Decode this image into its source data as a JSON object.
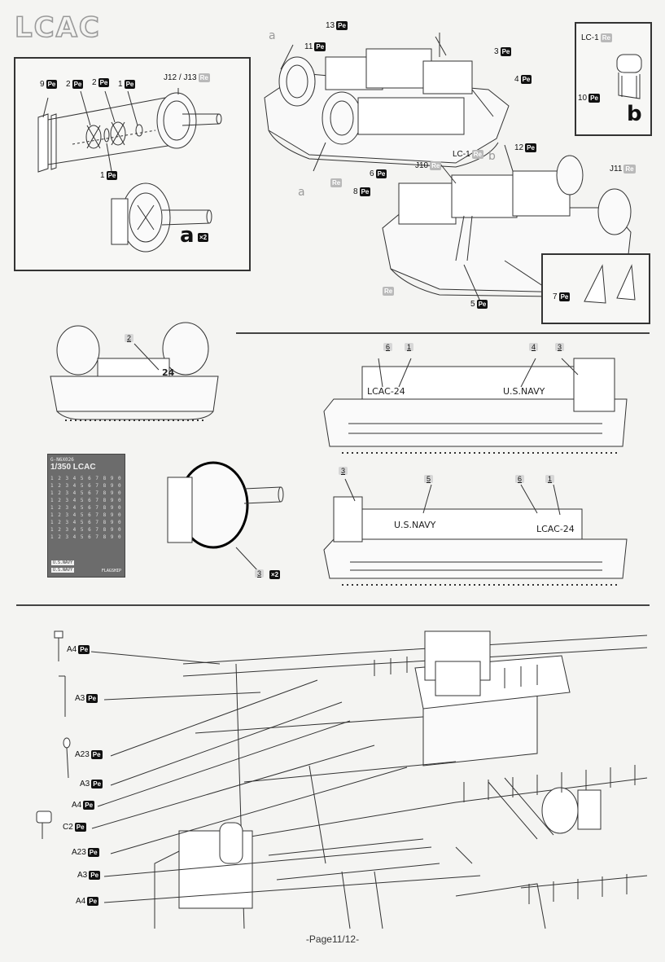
{
  "page_title": "LCAC",
  "footer": "-Page11/12-",
  "colors": {
    "pe_badge": "#111111",
    "re_badge": "#b9b9b9",
    "callout": "#d7d7d7"
  },
  "step_a": {
    "labels": {
      "p9": "9",
      "p2a": "2",
      "p2b": "2",
      "p1a": "1",
      "j": "J12 / J13",
      "p1b": "1"
    },
    "letter": "a",
    "multiplier": "×2"
  },
  "step_b": {
    "lc1": "LC-1",
    "p10": "10",
    "letter": "b"
  },
  "main_assembly": {
    "a_top": "a",
    "a_bottom": "a",
    "b_mark": "b",
    "p13": "13",
    "p11": "11",
    "p3": "3",
    "p4": "4",
    "lc1": "LC-1",
    "p12": "12",
    "j10": "J10",
    "j11": "J11",
    "p6": "6",
    "p8": "8",
    "p7": "7",
    "p5": "5"
  },
  "decals": {
    "rear_callout": "2",
    "rear_number": "24",
    "side1": {
      "c6": "6",
      "c1": "1",
      "c4": "4",
      "c3": "3",
      "hull_id": "LCAC-24",
      "navy": "U.S.NAVY"
    },
    "side2": {
      "c3": "3",
      "c5": "5",
      "c6": "6",
      "c1": "1",
      "hull_id": "LCAC-24",
      "navy": "U.S.NAVY"
    },
    "fan_callout": "3",
    "fan_multiplier": "×2",
    "sheet": {
      "code": "G-N6X026",
      "title": "1/350 LCAC",
      "grid_rows": [
        "1 2 3 4 5 6 7 8 9 0",
        "1 2 3 4 5 6 7 8 9 0",
        "1 2 3 4 5 6 7 8 9 0",
        "1 2 3 4 5 6 7 8 9 0",
        "1 2 3 4 5 6 7 8 9 0",
        "1 2 3 4 5 6 7 8 9 0",
        "1 2 3 4 5 6 7 8 9 0",
        "1 2 3 4 5 6 7 8 9 0",
        "1 2 3 4 5 6 7 8 9 0"
      ],
      "navy1": "U.S.NAVY",
      "navy2": "U.S.NAVY",
      "brand": "FLAGSHIP"
    }
  },
  "bottom_parts": [
    {
      "id": "A4",
      "badge": "Pe"
    },
    {
      "id": "A3",
      "badge": "Pe"
    },
    {
      "id": "A23",
      "badge": "Pe"
    },
    {
      "id": "A3",
      "badge": "Pe"
    },
    {
      "id": "A4",
      "badge": "Pe"
    },
    {
      "id": "C2",
      "badge": "Pe"
    },
    {
      "id": "A23",
      "badge": "Pe"
    },
    {
      "id": "A3",
      "badge": "Pe"
    },
    {
      "id": "A4",
      "badge": "Pe"
    }
  ],
  "badges": {
    "pe": "Pe",
    "re": "Re"
  }
}
